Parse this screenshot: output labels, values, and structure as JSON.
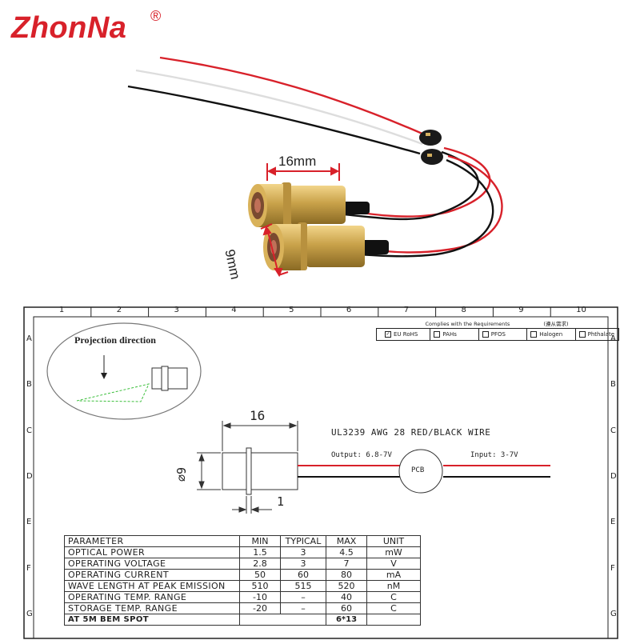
{
  "brand": {
    "name": "ZhonNa",
    "registered": "®"
  },
  "photo": {
    "length_label": "16mm",
    "diameter_label": "9mm"
  },
  "drawing": {
    "grid_cols": [
      "1",
      "2",
      "3",
      "4",
      "5",
      "6",
      "7",
      "8",
      "9",
      "10"
    ],
    "grid_rows": [
      "A",
      "B",
      "C",
      "D",
      "E",
      "F",
      "G"
    ],
    "projection_label": "Projection direction",
    "length_dim": "16",
    "diameter_dim": "⌀9",
    "ring_dim": "1",
    "wire_spec": "UL3239 AWG 28 RED/BLACK WIRE",
    "output_label": "Output: 6.8-7V",
    "input_label": "Input: 3-7V",
    "pcb_label": "PCB",
    "compliance_title": "Complies with the Requirements",
    "compliance_cn": "(遵从需求)",
    "compliance": [
      {
        "label": "EU RoHS",
        "checked": true
      },
      {
        "label": "PAHs",
        "checked": false
      },
      {
        "label": "PFOS",
        "checked": false
      },
      {
        "label": "Halogen",
        "checked": false
      },
      {
        "label": "Phthalate",
        "checked": false
      }
    ]
  },
  "spec_table": {
    "header": [
      "PARAMETER",
      "MIN",
      "TYPICAL",
      "MAX",
      "UNIT"
    ],
    "rows": [
      [
        "OPTICAL POWER",
        "1.5",
        "3",
        "4.5",
        "mW"
      ],
      [
        "OPERATING VOLTAGE",
        "2.8",
        "3",
        "7",
        "V"
      ],
      [
        "OPERATING CURRENT",
        "50",
        "60",
        "80",
        "mA"
      ],
      [
        "WAVE LENGTH AT PEAK EMISSION",
        "510",
        "515",
        "520",
        "nM"
      ],
      [
        "OPERATING TEMP. RANGE",
        "-10",
        "–",
        "40",
        "C"
      ],
      [
        "STORAGE TEMP. RANGE",
        "-20",
        "–",
        "60",
        "C"
      ]
    ],
    "last_row": {
      "label": "AT 5M BEM SPOT",
      "value": "6*13"
    }
  },
  "colors": {
    "brand": "#d8212a",
    "wire_red": "#d8212a",
    "wire_black": "#111111",
    "brass": "#c9a24a",
    "beam": "#3cbf3c"
  }
}
